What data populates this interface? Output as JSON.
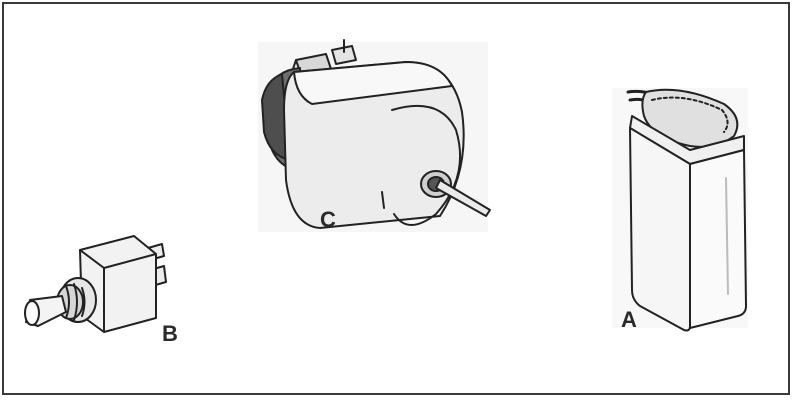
{
  "components": {
    "switch": {
      "label": "B",
      "icon": "toggle-switch-icon"
    },
    "motor": {
      "label": "C",
      "icon": "dc-motor-icon"
    },
    "battery": {
      "label": "A",
      "icon": "battery-9v-icon"
    }
  },
  "colors": {
    "border": "#3a3a3a",
    "ink": "#2a2a2a",
    "shade": "#888888"
  }
}
